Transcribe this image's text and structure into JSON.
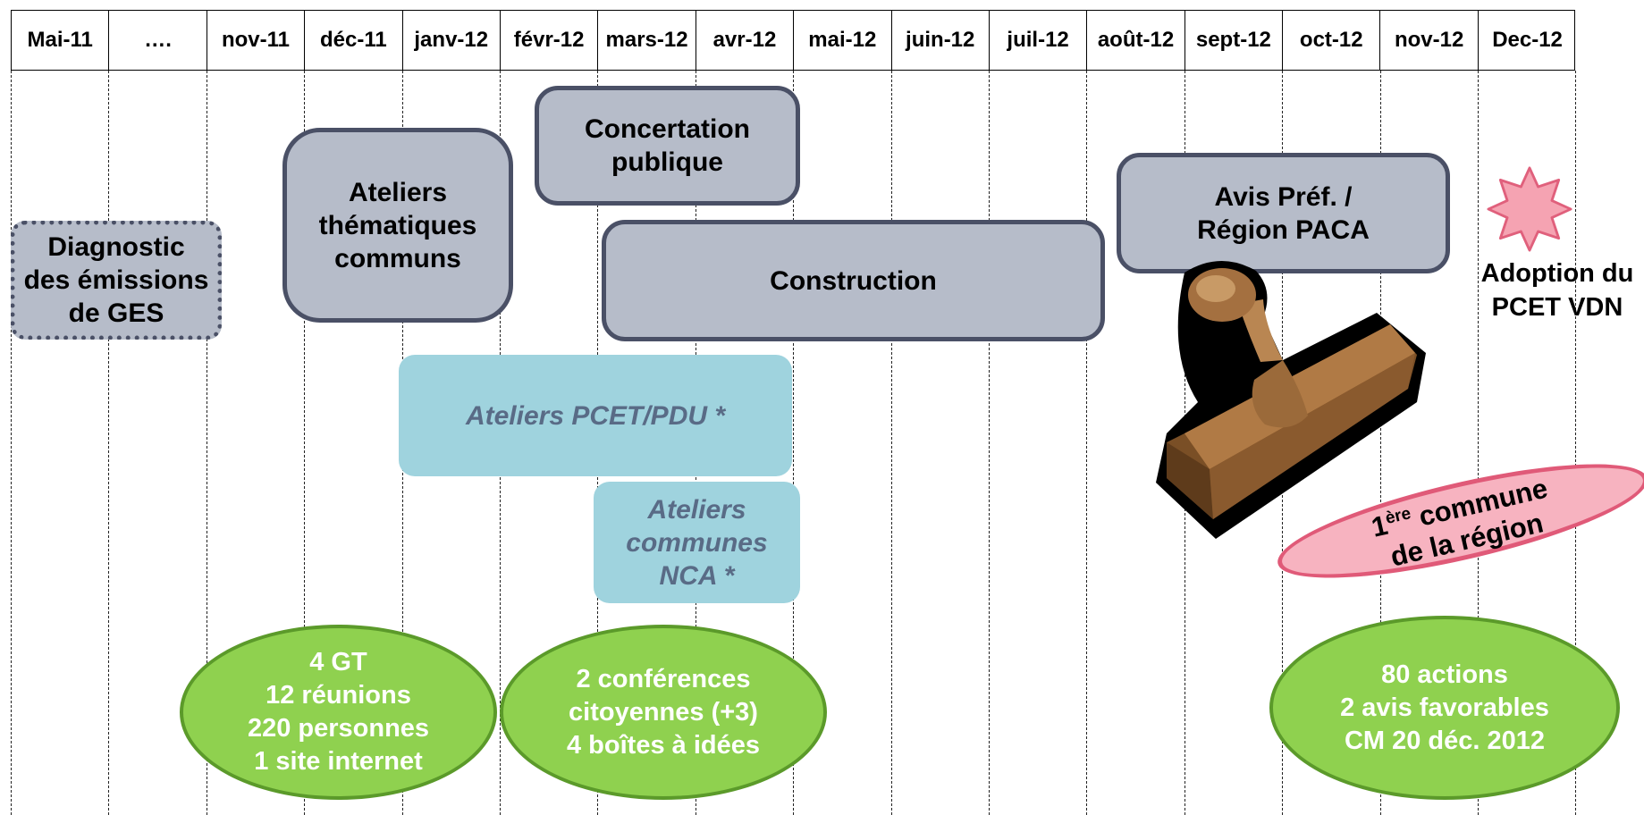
{
  "timeline": {
    "months": [
      "Mai-11",
      "….",
      "nov-11",
      "déc-11",
      "janv-12",
      "févr-12",
      "mars-12",
      "avr-12",
      "mai-12",
      "juin-12",
      "juil-12",
      "août-12",
      "sept-12",
      "oct-12",
      "nov-12",
      "Dec-12"
    ]
  },
  "phases": {
    "diagnostic": [
      "Diagnostic",
      "des émissions",
      "de GES"
    ],
    "ateliers_thematiques": [
      "Ateliers",
      "thématiques",
      "communs"
    ],
    "concertation": [
      "Concertation",
      "publique"
    ],
    "construction": "Construction",
    "avis": [
      "Avis Préf. /",
      "Région PACA"
    ]
  },
  "workshops": {
    "pcet_pdu": "Ateliers PCET/PDU *",
    "communes_nca": [
      "Ateliers",
      "communes",
      "NCA *"
    ]
  },
  "outcomes": {
    "participation": [
      "4 GT",
      "12 réunions",
      "220 personnes",
      "1 site internet"
    ],
    "conferences": [
      "2 conférences",
      "citoyennes (+3)",
      "4 boîtes à idées"
    ],
    "actions": [
      "80 actions",
      "2 avis favorables",
      "CM 20 déc. 2012"
    ]
  },
  "adoption": [
    "Adoption du",
    "PCET VDN"
  ],
  "badge": {
    "ordinal": "1",
    "ordinal_suffix": "ère",
    "line1_rest": " commune",
    "line2": "de la région"
  },
  "colors": {
    "phase_fill": "#b6bcc9",
    "phase_border": "#4a5066",
    "workshop_fill": "#9fd3de",
    "workshop_text": "#596b86",
    "outcome_fill": "#8fd14f",
    "star_fill": "#f5a3b2",
    "badge_fill": "#f7b3c0",
    "stamp_wood": "#9b6a3a"
  },
  "icons": [
    "star-icon",
    "rubber-stamp-icon"
  ]
}
